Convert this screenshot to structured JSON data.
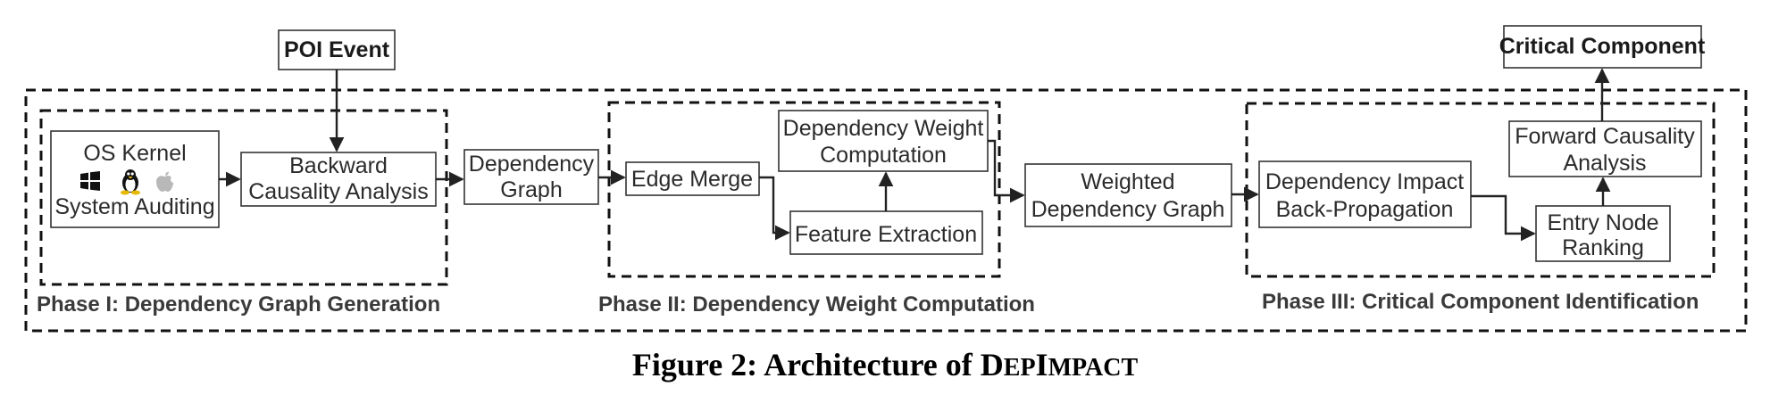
{
  "diagram": {
    "poi_event": "POI Event",
    "critical_component": "Critical Component",
    "os_kernel": "OS Kernel",
    "system_auditing": "System Auditing",
    "backward_causality_line1": "Backward",
    "backward_causality_line2": "Causality Analysis",
    "dependency_graph_line1": "Dependency",
    "dependency_graph_line2": "Graph",
    "edge_merge": "Edge Merge",
    "dep_weight_comp_line1": "Dependency Weight",
    "dep_weight_comp_line2": "Computation",
    "feature_extraction": "Feature Extraction",
    "weighted_graph_line1": "Weighted",
    "weighted_graph_line2": "Dependency Graph",
    "dep_impact_line1": "Dependency Impact",
    "dep_impact_line2": "Back-Propagation",
    "forward_causality_line1": "Forward Causality",
    "forward_causality_line2": "Analysis",
    "entry_node_line1": "Entry Node",
    "entry_node_line2": "Ranking",
    "phase1_label": "Phase I: Dependency Graph Generation",
    "phase2_label": "Phase II: Dependency Weight Computation",
    "phase3_label": "Phase III: Critical Component Identification",
    "os_icons": [
      "windows-icon",
      "linux-icon",
      "apple-icon"
    ]
  },
  "caption": {
    "prefix": "Figure 2: Architecture of ",
    "name_d": "D",
    "name_ep": "EP",
    "name_i": "I",
    "name_mpact": "MPACT"
  }
}
